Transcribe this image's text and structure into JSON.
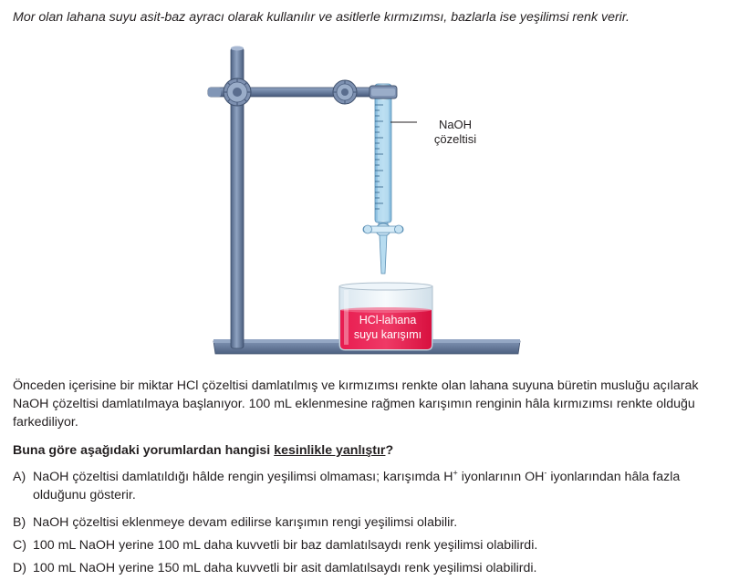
{
  "intro": "Mor olan lahana suyu asit-baz ayracı olarak kullanılır ve asitlerle kırmızımsı, bazlarla ise yeşilimsi renk verir.",
  "figure": {
    "burette_label_line1": "NaOH",
    "burette_label_line2": "çözeltisi",
    "beaker_label_line1": "HCl-lahana",
    "beaker_label_line2": "suyu karışımı",
    "colors": {
      "mixture": "#e4194b",
      "stand": "#6d82a3",
      "burette_liquid": "#a9d3ea"
    }
  },
  "paragraph": "Önceden içerisine bir miktar HCl çözeltisi damlatılmış ve kırmızımsı renkte olan lahana suyuna büretin musluğu açılarak NaOH çözeltisi damlatılmaya başlanıyor. 100 mL eklenmesine rağmen karışımın renginin hâla kırmızımsı renkte olduğu farkediliyor.",
  "question": {
    "prefix": "Buna göre aşağıdaki yorumlardan hangisi ",
    "emphasis": "kesinlikle yanlıştır",
    "suffix": "?"
  },
  "options": {
    "a": {
      "letter": "A)",
      "text_1": "NaOH çözeltisi damlatıldığı hâlde rengin yeşilimsi olmaması; karışımda H",
      "sup_1": "+",
      "text_2": " iyonlarının OH",
      "sup_2": "-",
      "text_3": " iyonlarından hâla fazla olduğunu gösterir."
    },
    "b": {
      "letter": "B)",
      "text": "NaOH çözeltisi eklenmeye devam edilirse karışımın rengi yeşilimsi olabilir."
    },
    "c": {
      "letter": "C)",
      "text": "100 mL NaOH yerine 100 mL daha kuvvetli bir baz damlatılsaydı renk yeşilimsi olabilirdi."
    },
    "d": {
      "letter": "D)",
      "text": "100 mL NaOH yerine 150 mL daha kuvvetli bir asit damlatılsaydı renk yeşilimsi olabilirdi."
    }
  }
}
